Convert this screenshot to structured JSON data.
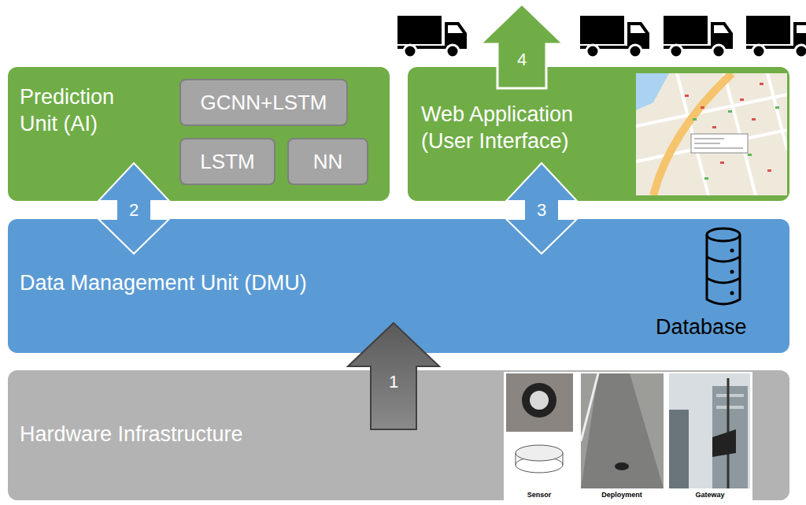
{
  "diagram": {
    "nodes": [
      {
        "text": [
          "Prediction Unit (AI)"
        ]
      },
      {
        "text": [
          "GCNN+LSTM"
        ],
        "in": 0
      },
      {
        "text": [
          "LSTM"
        ],
        "in": 0
      },
      {
        "text": [
          "NN"
        ],
        "in": 0
      },
      {
        "text": [
          "Web Application (User Interface)"
        ]
      },
      {
        "text": [
          "Data Management Unit (DMU)",
          "Database"
        ]
      },
      {
        "text": [
          "Hardware Infrastructure"
        ]
      }
    ],
    "edges": [
      {
        "from": 6,
        "to": 5,
        "arrow": "to",
        "label": "1"
      },
      {
        "from": 0,
        "to": 5,
        "arrow": "both",
        "label": "2"
      },
      {
        "from": 4,
        "to": 5,
        "arrow": "both",
        "label": "3"
      }
    ],
    "labels": [
      "4",
      "Sensor",
      "Deployment",
      "Gateway"
    ]
  }
}
